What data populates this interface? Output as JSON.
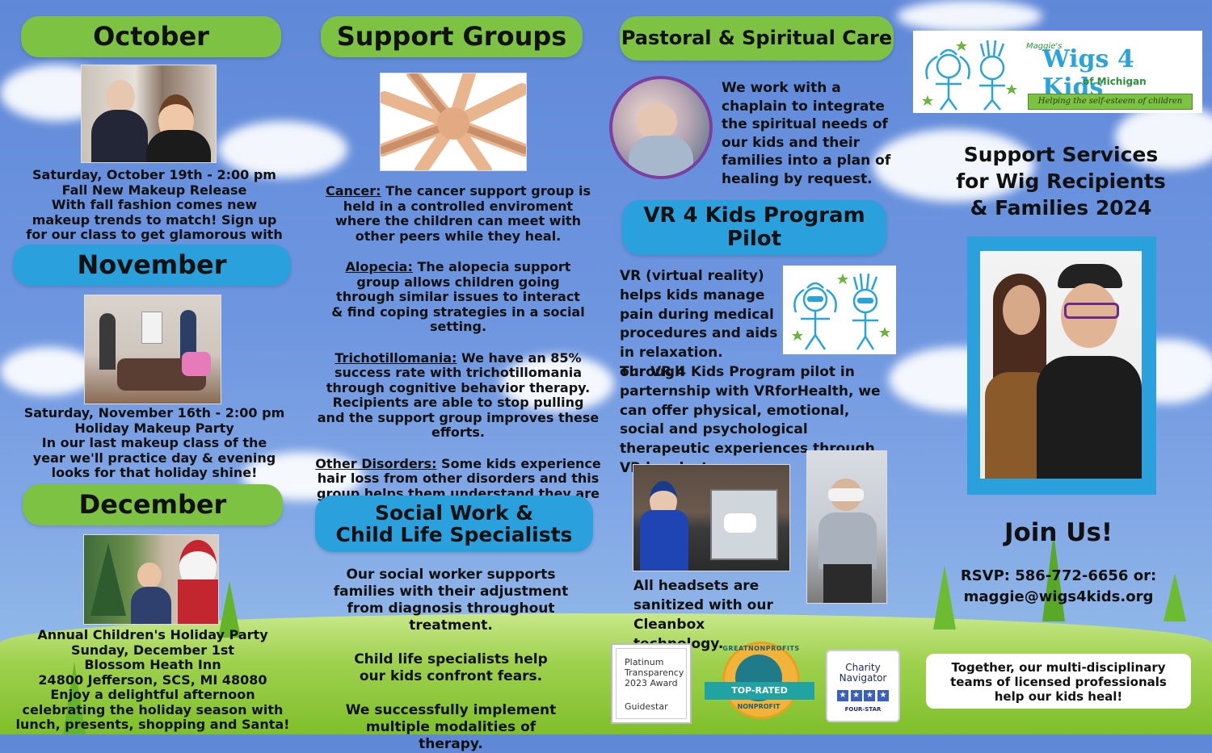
{
  "october": {
    "heading": "October",
    "date": "Saturday, October 19th - 2:00 pm",
    "event": "Fall New Makeup Release",
    "desc": "With fall fashion comes new makeup trends to match! Sign up for our class to get glamorous with us."
  },
  "november": {
    "heading": "November",
    "date": "Saturday, November 16th - 2:00 pm",
    "event": "Holiday Makeup Party",
    "desc": "In our last makeup class of the year we'll practice day & evening looks for that holiday shine!"
  },
  "december": {
    "heading": "December",
    "event": "Annual Children's Holiday Party",
    "date": "Sunday, December 1st",
    "venue": "Blossom Heath Inn",
    "address": "24800 Jefferson, SCS, MI 48080",
    "desc": "Enjoy a delightful afternoon celebrating the holiday season with lunch, presents, shopping and Santa!"
  },
  "support_groups": {
    "heading": "Support Groups",
    "items": [
      {
        "label": "Cancer:",
        "text": " The cancer support group is held in a controlled enviroment where the children can meet with other peers while they heal."
      },
      {
        "label": "Alopecia:",
        "text": " The alopecia support group allows children going through similar issues to interact & find coping strategies in a social setting."
      },
      {
        "label": "Trichotillomania:",
        "text": "  We have an 85% success rate with trichotillomania through cognitive behavior therapy. Recipients are able to stop pulling and the support group improves these efforts."
      },
      {
        "label": "Other Disorders:",
        "text": "  Some kids experience hair loss from other disorders and this group helps them understand they are not alone."
      }
    ]
  },
  "social_work": {
    "heading_line1": "Social Work &",
    "heading_line2": "Child Life Specialists",
    "p1": "Our social worker supports families with their adjustment from diagnosis throughout treatment.",
    "p2": "Child life specialists help our kids confront fears.",
    "p3": "We successfully implement multiple modalities of therapy."
  },
  "pastoral": {
    "heading": "Pastoral & Spiritual Care",
    "text": "We work with a chaplain to integrate the spiritual needs of our kids and their families into a plan of healing by request."
  },
  "vr": {
    "heading_line1": "VR 4 Kids Program",
    "heading_line2": "Pilot",
    "text_short": "VR (virtual reality) helps kids manage pain during medical procedures and aids in relaxation. Through",
    "text_long": "our VR 4 Kids Program pilot in parternship with VRforHealth, we can offer physical, emotional, social and psychological therapeutic experiences through VR headsets.",
    "caption": "All headsets are sanitized with our Cleanbox technology."
  },
  "badges": {
    "guidestar_line1": "Platinum",
    "guidestar_line2": "Transparency",
    "guidestar_line3": "2023 Award",
    "guidestar_org": "Guidestar",
    "gnp_top": "GREATNONPROFITS",
    "gnp_ribbon": "TOP-RATED",
    "gnp_bottom": "NONPROFIT",
    "cn_line1": "Charity",
    "cn_line2": "Navigator",
    "cn_rating": "FOUR-STAR"
  },
  "logo": {
    "small": "Maggie's",
    "main": "Wigs 4 Kids",
    "sub": "of Michigan",
    "tagline": "Helping the self-esteem of children"
  },
  "right": {
    "title": "Support Services for Wig Recipients & Families 2024",
    "join": "Join Us!",
    "rsvp": "RSVP: 586-772-6656 or:",
    "email": "maggie@wigs4kids.org",
    "closing": "Together, our multi-disciplinary teams of licensed professionals help our kids heal!"
  },
  "colors": {
    "green": "#7dc242",
    "blue": "#2aa0dc",
    "sky": "#6f97e0"
  }
}
